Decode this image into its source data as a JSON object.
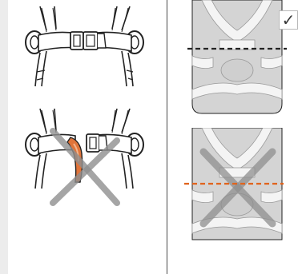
{
  "figure": {
    "ok_mark": "✓",
    "colors": {
      "harness_stroke": "#222222",
      "torso_fill": "#d4d4d4",
      "strap_fill": "#f4f4f4",
      "cross_mark": "#8f8f8f",
      "buckle_accent": "#e0743a",
      "dash_correct": "#222222",
      "dash_incorrect": "#e0631c",
      "divider": "#4a4a4a",
      "margin": "#ececec"
    },
    "panels": [
      {
        "id": "buckle-correct",
        "status": "correct"
      },
      {
        "id": "buckle-incorrect",
        "status": "incorrect"
      },
      {
        "id": "height-correct",
        "status": "correct"
      },
      {
        "id": "height-incorrect",
        "status": "incorrect"
      }
    ]
  }
}
